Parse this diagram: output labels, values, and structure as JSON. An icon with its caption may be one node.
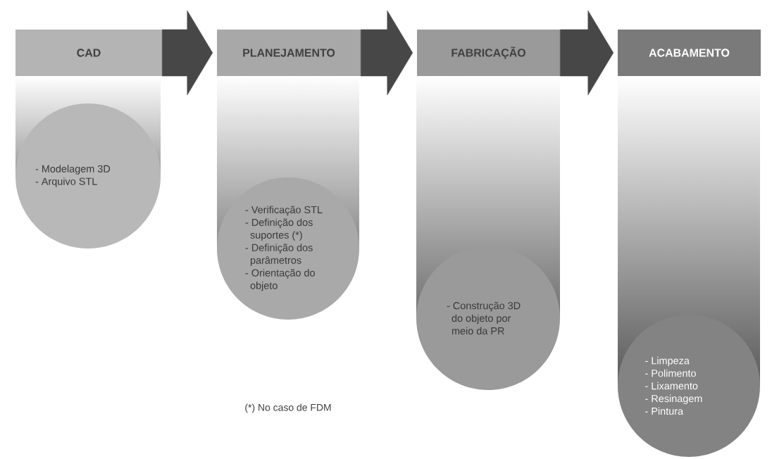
{
  "diagram": {
    "nodes": [
      {
        "text": [
          "CAD"
        ]
      },
      {
        "text": [
          "PLANEJAMENTO"
        ]
      },
      {
        "text": [
          "FABRICAÇÃO"
        ]
      },
      {
        "text": [
          "ACABAMENTO"
        ]
      },
      {
        "text": [
          "- Modelagem 3D",
          "- Arquivo STL"
        ]
      },
      {
        "text": [
          "- Verificação STL",
          "- Definição dos suportes (*)",
          "- Definição dos parâmetros",
          "- Orientação do objeto"
        ]
      },
      {
        "text": [
          "- Construção 3D do objeto por meio da PR"
        ]
      },
      {
        "text": [
          "- Limpeza",
          "- Polimento",
          "- Lixamento",
          "- Resinagem",
          "- Pintura"
        ]
      }
    ],
    "edges": [
      {
        "from": 0,
        "to": 1,
        "arrow": "to"
      },
      {
        "from": 1,
        "to": 2,
        "arrow": "to"
      },
      {
        "from": 2,
        "to": 3,
        "arrow": "to"
      }
    ],
    "labels": [
      "(*) No caso de FDM"
    ]
  }
}
